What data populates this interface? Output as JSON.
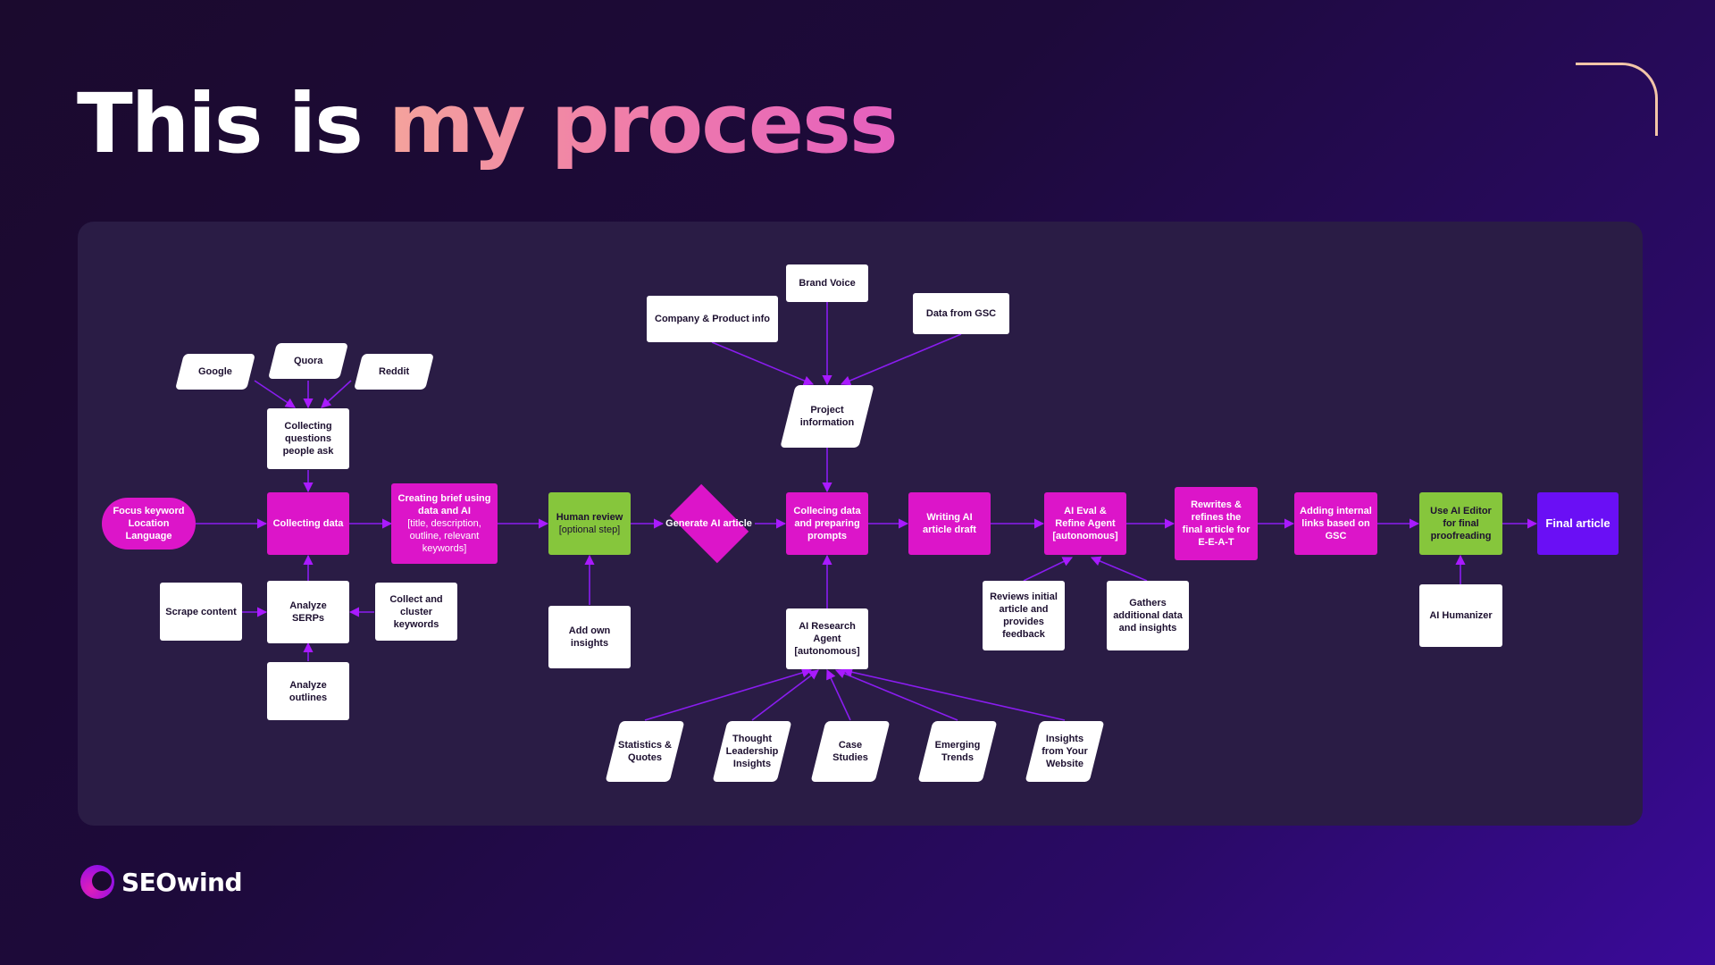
{
  "header": {
    "title_plain": "This is",
    "title_highlight": "my process"
  },
  "brand": {
    "logo_text": "SEOwind",
    "accent_color": "#dc15c9",
    "green_color": "#86c63c",
    "violet_color": "#6a0ff5"
  },
  "diagram": {
    "nodes": {
      "google": "Google",
      "quora": "Quora",
      "reddit": "Reddit",
      "collecting_questions": "Collecting questions people ask",
      "focus_keyword": "Focus keyword Location Language",
      "collecting_data": "Collecting data",
      "scrape_content": "Scrape content",
      "analyze_serps": "Analyze SERPs",
      "collect_cluster": "Collect and cluster keywords",
      "analyze_outlines": "Analyze outlines",
      "creating_brief_title": "Creating brief using data and AI",
      "creating_brief_detail": "[title, description, outline, relevant keywords]",
      "human_review_title": "Human review",
      "human_review_detail": "[optional step]",
      "add_own_insights": "Add own insights",
      "generate_ai_article": "Generate AI article",
      "company_product_info": "Company & Product info",
      "brand_voice": "Brand Voice",
      "data_from_gsc": "Data from GSC",
      "project_information": "Project information",
      "collecting_preparing": "Collecing data and preparing prompts",
      "ai_research_agent": "AI Research Agent [autonomous]",
      "statistics_quotes": "Statistics & Quotes",
      "thought_leadership": "Thought Leadership Insights",
      "case_studies": "Case Studies",
      "emerging_trends": "Emerging Trends",
      "insights_website": "Insights from Your Website",
      "writing_draft": "Writing AI article draft",
      "ai_eval_refine": "AI Eval & Refine Agent [autonomous]",
      "reviews_initial": "Reviews initial article and provides feedback",
      "gathers_additional": "Gathers additional data and insights",
      "rewrites_refines": "Rewrites & refines the final article for E-E-A-T",
      "adding_links": "Adding internal links based on GSC",
      "use_ai_editor": "Use AI Editor for final proofreading",
      "ai_humanizer": "AI Humanizer",
      "final_article": "Final article"
    }
  }
}
